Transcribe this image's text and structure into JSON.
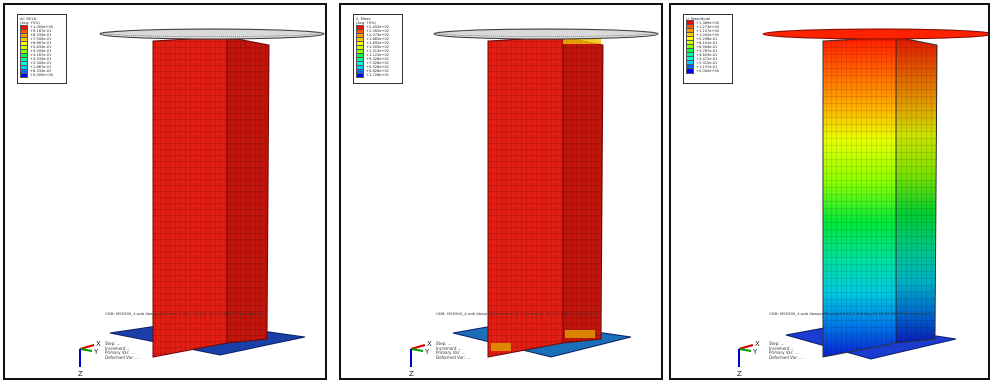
{
  "panels": [
    {
      "legend_title": "AC YIELD",
      "legend_subtitle": "(Avg: 75%)",
      "legend_values": [
        "+1.000e+00",
        "+9.167e-01",
        "+8.333e-01",
        "+7.500e-01",
        "+6.667e-01",
        "+5.833e-01",
        "+5.000e-01",
        "+4.167e-01",
        "+3.333e-01",
        "+2.500e-01",
        "+1.667e-01",
        "+8.333e-02",
        "+0.000e+00"
      ],
      "odb_line": "ODB: MSS900_4.odb    Abaqus/Standard 6.12-1    Tue Sep 04 10:23:21 PM Fra Sese 2012",
      "step_lines": [
        "Step: ...",
        "Increment ...",
        "Primary Var: ...",
        "Deformed Var: ..."
      ]
    },
    {
      "legend_title": "S, Mises",
      "legend_subtitle": "(Avg: 75%)",
      "legend_values": [
        "+2.453e+02",
        "+2.263e+02",
        "+2.073e+02",
        "+1.883e+02",
        "+1.693e+02",
        "+1.503e+02",
        "+1.313e+02",
        "+1.123e+02",
        "+9.328e+01",
        "+7.428e+01",
        "+5.528e+01",
        "+3.628e+01",
        "+1.728e+01"
      ],
      "odb_line": "ODB: MSS900_4.odb    Abaqus/Standard 6.12-1    Tue Sep 04 10:23:21 PM Fra Sese 2012",
      "step_lines": [
        "Step: ...",
        "Increment ...",
        "Primary Var: ...",
        "Deformed Var: ..."
      ]
    },
    {
      "legend_title": "U, Magnitude",
      "legend_subtitle": "",
      "legend_values": [
        "+1.389e+00",
        "+1.273e+00",
        "+1.157e+00",
        "+1.042e+00",
        "+9.258e-01",
        "+8.101e-01",
        "+6.944e-01",
        "+5.787e-01",
        "+4.629e-01",
        "+3.472e-01",
        "+2.315e-01",
        "+1.157e-01",
        "+0.000e+00"
      ],
      "odb_line": "ODB: MSS900_4.odb    Abaqus/Standard 6.12-1    Tue Sep 04 10:23:21 PM Fra Sese 2012",
      "step_lines": [
        "Step: ...",
        "Increment ...",
        "Primary Var: ...",
        "Deformed Var: ..."
      ]
    }
  ],
  "legend_colors": [
    "#ff0000",
    "#ff5500",
    "#ff9900",
    "#ffcc00",
    "#ffff00",
    "#ccff00",
    "#88ff00",
    "#00ff44",
    "#00ff99",
    "#00ffdd",
    "#00ccff",
    "#0066ff",
    "#0000ff"
  ],
  "triad": {
    "x": "X",
    "y": "Y",
    "z": "Z"
  },
  "icons": {
    "triad": "axis-triad-icon"
  }
}
